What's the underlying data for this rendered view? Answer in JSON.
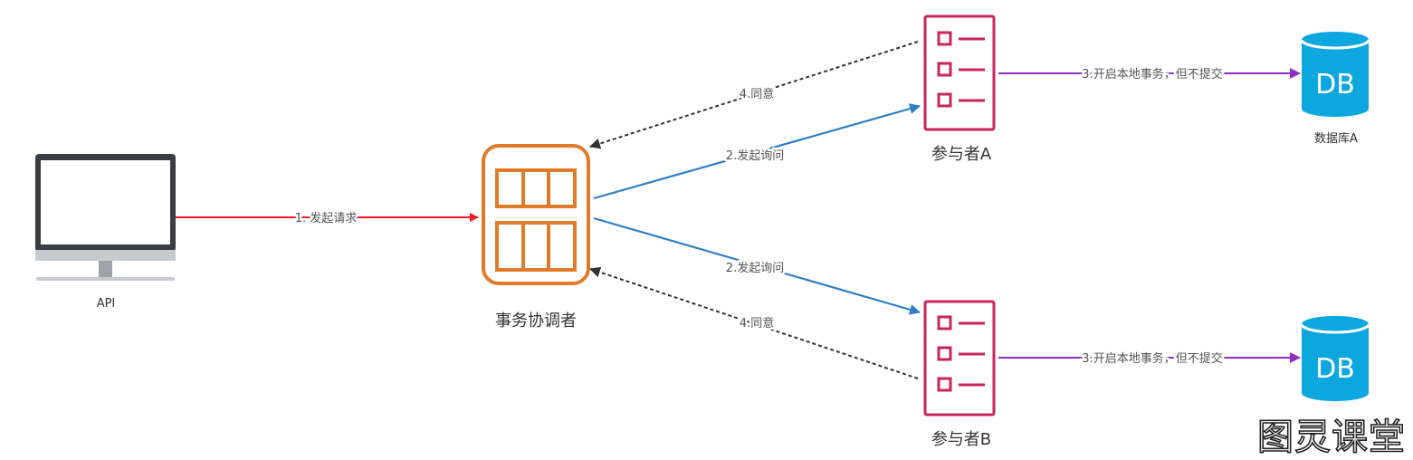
{
  "nodes": {
    "api": {
      "label": "API"
    },
    "coordinator": {
      "label": "事务协调者"
    },
    "participant_a": {
      "label": "参与者A"
    },
    "participant_b": {
      "label": "参与者B"
    },
    "database_a": {
      "icon_text": "DB",
      "label": "数据库A"
    },
    "database_b": {
      "icon_text": "DB"
    }
  },
  "edges": {
    "request": {
      "label": "1. 发起请求",
      "color": "#ee1c25"
    },
    "inquiry_a": {
      "label": "2.发起询问",
      "color": "#2f7fc8"
    },
    "inquiry_b": {
      "label": "2.发起询问",
      "color": "#2f7fc8"
    },
    "local_tx_a": {
      "label": "3.开启本地事务，但不提交",
      "color": "#8e2fc4"
    },
    "local_tx_b": {
      "label": "3.开启本地事务，但不提交",
      "color": "#8e2fc4"
    },
    "agree_a": {
      "label": "4.同意",
      "color": "#333333"
    },
    "agree_b": {
      "label": "4.同意",
      "color": "#333333"
    }
  },
  "colors": {
    "coordinator": "#e07b2a",
    "participant": "#c8245e",
    "database": "#0da7e0",
    "monitor": "#3a3d44"
  },
  "watermark": {
    "text": "图灵课堂"
  }
}
